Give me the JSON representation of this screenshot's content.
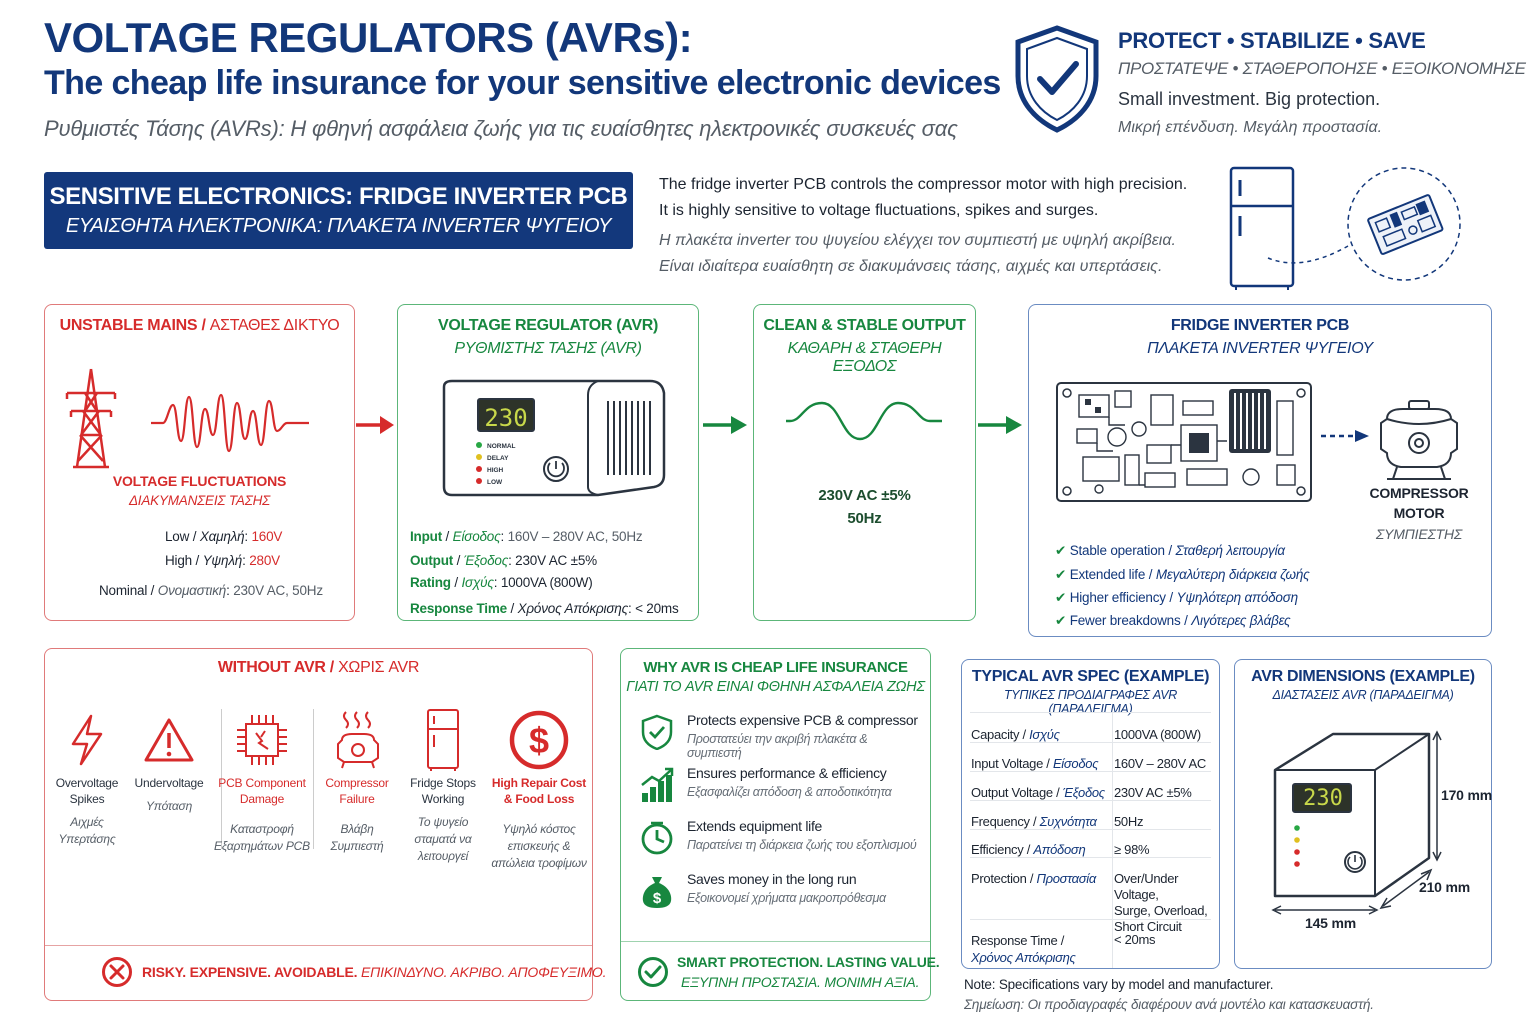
{
  "header": {
    "title": "VOLTAGE REGULATORS (AVRs):",
    "subtitle": "The cheap life insurance for your sensitive electronic devices",
    "subtitle_gr": "Ρυθμιστές Τάσης (AVRs): Η φθηνή ασφάλεια ζωής για τις ευαίσθητες ηλεκτρονικές συσκευές σας",
    "tagline": "PROTECT • STABILIZE • SAVE",
    "tagline_gr": "ΠΡΟΣΤΑΤΕΨΕ • ΣΤΑΘΕΡΟΠΟΗΣΕ • ΕΞΟΙΚΟΝΟΜΗΣΕ",
    "slogan": "Small investment. Big protection.",
    "slogan_gr": "Μικρή επένδυση. Μεγάλη προστασία."
  },
  "banner": {
    "title": "SENSITIVE ELECTRONICS: FRIDGE INVERTER PCB",
    "title_gr": "ΕΥΑΙΣΘΗΤΑ ΗΛΕΚΤΡΟΝΙΚΑ: ΠΛΑΚΕΤΑ INVERTER ΨΥΓΕΙΟΥ"
  },
  "description": {
    "line1": "The fridge inverter PCB controls the compressor motor with high precision.",
    "line2": "It is highly sensitive to voltage fluctuations, spikes and surges.",
    "line1_gr": "Η πλακέτα inverter του ψυγείου ελέγχει τον συμπιεστή με υψηλή ακρίβεια.",
    "line2_gr": "Είναι ιδιαίτερα ευαίσθητη σε διακυμάνσεις τάσης, αιχμές και υπερτάσεις."
  },
  "mains": {
    "title": "UNSTABLE MAINS",
    "title_gr": "ΑΣΤΑΘΕΣ ΔΙΚΤΥΟ",
    "fluct": "VOLTAGE FLUCTUATIONS",
    "fluct_gr": "ΔΙΑΚΥΜΑΝΣΕΙΣ ΤΑΣΗΣ",
    "low_label": "Low",
    "low_label_gr": "Χαμηλή",
    "low_value": "160V",
    "high_label": "High",
    "high_label_gr": "Υψηλή",
    "high_value": "280V",
    "nominal_label": "Nominal",
    "nominal_label_gr": "Ονομαστική",
    "nominal_value": "230V AC, 50Hz"
  },
  "avr": {
    "title": "VOLTAGE REGULATOR (AVR)",
    "title_gr": "ΡΥΘΜΙΣΤΗΣ ΤΑΣΗΣ (AVR)",
    "display": "230",
    "leds": [
      "NORMAL",
      "DELAY",
      "HIGH",
      "LOW"
    ],
    "input_label": "Input",
    "input_label_gr": "Είσοδος",
    "input_value": "160V – 280V AC, 50Hz",
    "output_label": "Output",
    "output_label_gr": "Έξοδος",
    "output_value": "230V AC ±5%",
    "rating_label": "Rating",
    "rating_label_gr": "Ισχύς",
    "rating_value": "1000VA (800W)",
    "response_label": "Response Time",
    "response_label_gr": "Χρόνος Απόκρισης",
    "response_value": "< 20ms"
  },
  "clean": {
    "title": "CLEAN & STABLE OUTPUT",
    "title_gr": "ΚΑΘΑΡΗ & ΣΤΑΘΕΡΗ ΕΞΟΔΟΣ",
    "voltage": "230V AC ±5%",
    "freq": "50Hz"
  },
  "pcb": {
    "title": "FRIDGE INVERTER PCB",
    "title_gr": "ΠΛΑΚΕΤΑ INVERTER ΨΥΓΕΙΟΥ",
    "compressor1": "COMPRESSOR",
    "compressor2": "MOTOR",
    "compressor_gr": "ΣΥΜΠΙΕΣΤΗΣ",
    "benefits": [
      {
        "en": "Stable operation",
        "gr": "Σταθερή λειτουργία"
      },
      {
        "en": "Extended life",
        "gr": "Μεγαλύτερη διάρκεια ζωής"
      },
      {
        "en": "Higher efficiency",
        "gr": "Υψηλότερη απόδοση"
      },
      {
        "en": "Fewer breakdowns",
        "gr": "Λιγότερες βλάβες"
      }
    ]
  },
  "without": {
    "title": "WITHOUT AVR",
    "title_gr": "ΧΩΡΙΣ AVR",
    "items": [
      {
        "en1": "Overvoltage",
        "en2": "Spikes",
        "gr1": "Αιχμές",
        "gr2": "Υπερτάσης",
        "gr3": ""
      },
      {
        "en1": "Undervoltage",
        "en2": "",
        "gr1": "Υπόταση",
        "gr2": "",
        "gr3": ""
      },
      {
        "en1": "PCB Component",
        "en2": "Damage",
        "gr1": "Καταστροφή",
        "gr2": "Εξαρτημάτων PCB",
        "gr3": ""
      },
      {
        "en1": "Compressor",
        "en2": "Failure",
        "gr1": "Βλάβη",
        "gr2": "Συμπιεστή",
        "gr3": ""
      },
      {
        "en1": "Fridge Stops",
        "en2": "Working",
        "gr1": "Το ψυγείο",
        "gr2": "σταματά να",
        "gr3": "λειτουργεί"
      },
      {
        "en1": "High Repair Cost",
        "en2": "& Food Loss",
        "gr1": "Υψηλό κόστος",
        "gr2": "επισκευής &",
        "gr3": "απώλεια τροφίμων"
      }
    ],
    "footer": "RISKY. EXPENSIVE. AVOIDABLE.",
    "footer_gr": "ΕΠΙΚΙΝΔΥΝΟ. ΑΚΡΙΒΟ. ΑΠΟΦΕΥΞΙΜΟ."
  },
  "why": {
    "title": "WHY AVR IS CHEAP LIFE INSURANCE",
    "title_gr": "ΓΙΑΤΙ ΤΟ AVR ΕΙΝΑΙ ΦΘΗΝΗ ΑΣΦΑΛΕΙΑ ΖΩΗΣ",
    "items": [
      {
        "en": "Protects expensive PCB & compressor",
        "gr": "Προστατεύει την ακριβή πλακέτα & συμπιεστή"
      },
      {
        "en": "Ensures performance & efficiency",
        "gr": "Εξασφαλίζει απόδοση & αποδοτικότητα"
      },
      {
        "en": "Extends equipment life",
        "gr": "Παρατείνει τη διάρκεια ζωής του εξοπλισμού"
      },
      {
        "en": "Saves money in the long run",
        "gr": "Εξοικονομεί χρήματα μακροπρόθεσμα"
      }
    ],
    "footer": "SMART PROTECTION. LASTING VALUE.",
    "footer_gr": "ΕΞΥΠΝΗ ΠΡΟΣΤΑΣΙΑ. ΜΟΝΙΜΗ ΑΞΙΑ."
  },
  "spec": {
    "title": "TYPICAL AVR SPEC (EXAMPLE)",
    "title_gr": "ΤΥΠΙΚΕΣ ΠΡΟΔΙΑΓΡΑΦΕΣ AVR (ΠΑΡΑΔΕΙΓΜΑ)",
    "rows": [
      {
        "k": "Capacity",
        "kg": "Ισχύς",
        "v1": "1000VA (800W)",
        "v2": "",
        "v3": ""
      },
      {
        "k": "Input Voltage",
        "kg": "Είσοδος",
        "v1": "160V – 280V AC",
        "v2": "",
        "v3": ""
      },
      {
        "k": "Output Voltage",
        "kg": "Έξοδος",
        "v1": "230V AC ±5%",
        "v2": "",
        "v3": ""
      },
      {
        "k": "Frequency",
        "kg": "Συχνότητα",
        "v1": "50Hz",
        "v2": "",
        "v3": ""
      },
      {
        "k": "Efficiency",
        "kg": "Απόδοση",
        "v1": "≥ 98%",
        "v2": "",
        "v3": ""
      },
      {
        "k": "Protection",
        "kg": "Προστασία",
        "v1": "Over/Under Voltage,",
        "v2": "Surge, Overload,",
        "v3": "Short Circuit"
      },
      {
        "k": "Response Time /",
        "kg": "Χρόνος Απόκρισης",
        "v1": "< 20ms",
        "v2": "",
        "v3": ""
      }
    ]
  },
  "dims": {
    "title": "AVR DIMENSIONS (EXAMPLE)",
    "title_gr": "ΔΙΑΣΤΑΣΕΙΣ AVR (ΠΑΡΑΔΕΙΓΜΑ)",
    "display": "230",
    "height": "170 mm",
    "depth": "210 mm",
    "width": "145 mm"
  },
  "note": {
    "en": "Note: Specifications vary by model and manufacturer.",
    "gr": "Σημείωση: Οι προδιαγραφές διαφέρουν ανά μοντέλο και κατασκευαστή."
  },
  "colors": {
    "navy": "#12377a",
    "red": "#d62b2b",
    "green": "#17873f"
  }
}
